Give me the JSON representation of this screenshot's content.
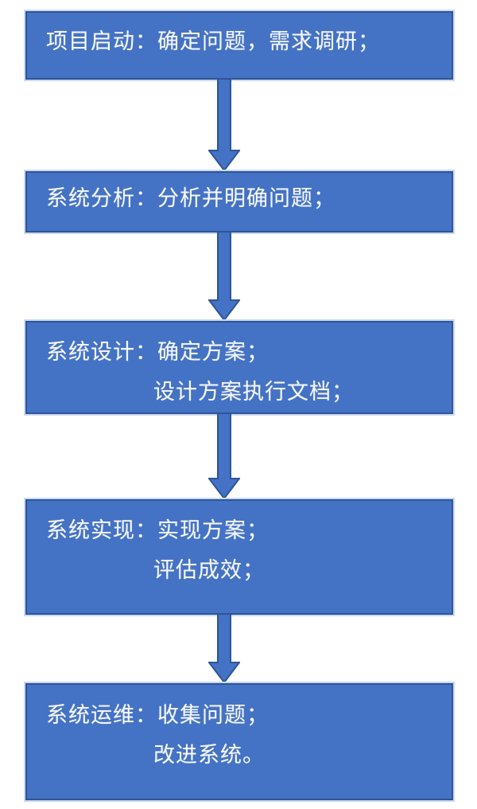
{
  "diagram": {
    "type": "flowchart",
    "direction": "top-down",
    "colors": {
      "background": "#FFFFFF",
      "box_fill": "#4472C4",
      "box_border": "#2E5597",
      "arrow_fill": "#4472C4",
      "arrow_border": "#2E5597",
      "text": "#FFFFFF"
    },
    "steps": [
      {
        "name": "project-start",
        "lines": [
          "项目启动：确定问题，需求调研；"
        ]
      },
      {
        "name": "system-analysis",
        "lines": [
          "系统分析：分析并明确问题；"
        ]
      },
      {
        "name": "system-design",
        "lines": [
          "系统设计：确定方案；",
          "设计方案执行文档；"
        ]
      },
      {
        "name": "system-implementation",
        "lines": [
          "系统实现：实现方案；",
          "评估成效；"
        ]
      },
      {
        "name": "system-operations",
        "lines": [
          "系统运维：收集问题；",
          "改进系统。"
        ]
      }
    ],
    "connections": [
      {
        "from": "project-start",
        "to": "system-analysis"
      },
      {
        "from": "system-analysis",
        "to": "system-design"
      },
      {
        "from": "system-design",
        "to": "system-implementation"
      },
      {
        "from": "system-implementation",
        "to": "system-operations"
      }
    ]
  }
}
